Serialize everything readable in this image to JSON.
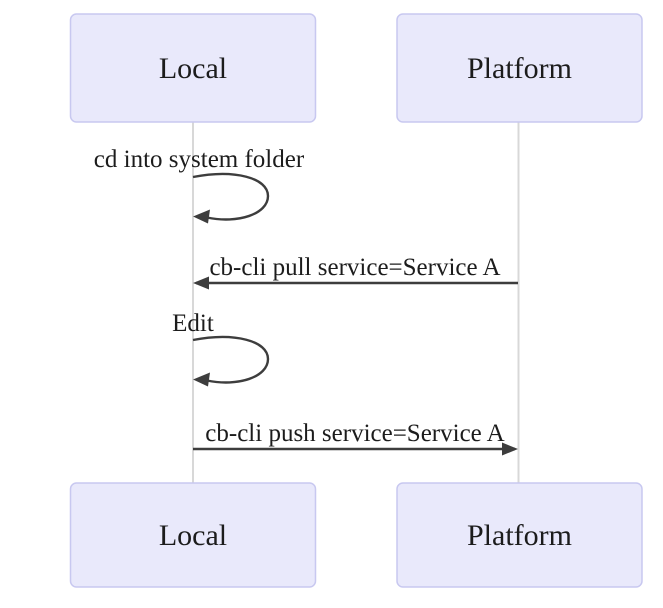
{
  "diagram": {
    "type": "sequence-diagram",
    "actors": [
      {
        "name": "Local"
      },
      {
        "name": "Platform"
      }
    ],
    "messages": [
      {
        "kind": "self-loop",
        "actor": "Local",
        "label": "cd into system folder"
      },
      {
        "kind": "message",
        "from": "Platform",
        "to": "Local",
        "direction": "left",
        "label": "cb-cli pull service=Service A"
      },
      {
        "kind": "self-loop",
        "actor": "Local",
        "label": "Edit"
      },
      {
        "kind": "message",
        "from": "Local",
        "to": "Platform",
        "direction": "right",
        "label": "cb-cli push service=Service A"
      }
    ],
    "colors": {
      "actor_fill": "#e9e9fb",
      "actor_border": "#c8c8f0",
      "lifeline": "#d8d8d8",
      "arrow": "#3d3d3d",
      "text": "#1c1c1c",
      "background": "#ffffff"
    }
  }
}
